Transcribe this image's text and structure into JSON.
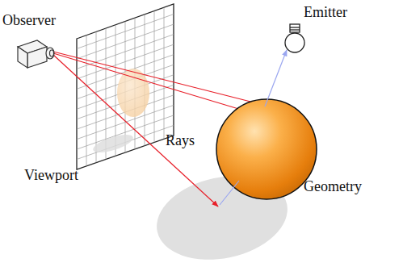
{
  "diagram": {
    "labels": [
      "Observer",
      "Emitter",
      "Viewport",
      "Rays",
      "Geometry"
    ]
  }
}
